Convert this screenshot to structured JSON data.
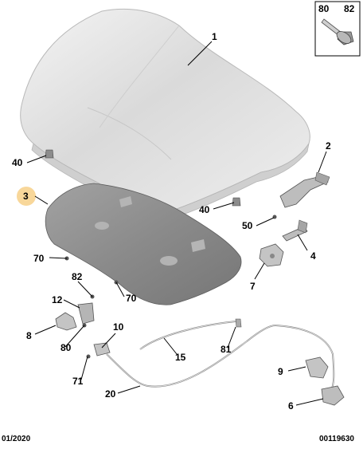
{
  "callouts": [
    {
      "id": "p1",
      "label": "1"
    },
    {
      "id": "p2",
      "label": "2"
    },
    {
      "id": "p3",
      "label": "3"
    },
    {
      "id": "p4",
      "label": "4"
    },
    {
      "id": "p6",
      "label": "6"
    },
    {
      "id": "p7",
      "label": "7"
    },
    {
      "id": "p8",
      "label": "8"
    },
    {
      "id": "p9",
      "label": "9"
    },
    {
      "id": "p10",
      "label": "10"
    },
    {
      "id": "p12",
      "label": "12"
    },
    {
      "id": "p15",
      "label": "15"
    },
    {
      "id": "p20",
      "label": "20"
    },
    {
      "id": "p40a",
      "label": "40"
    },
    {
      "id": "p40b",
      "label": "40"
    },
    {
      "id": "p50",
      "label": "50"
    },
    {
      "id": "p70a",
      "label": "70"
    },
    {
      "id": "p70b",
      "label": "70"
    },
    {
      "id": "p71",
      "label": "71"
    },
    {
      "id": "p80",
      "label": "80"
    },
    {
      "id": "p81",
      "label": "81"
    },
    {
      "id": "p82",
      "label": "82"
    }
  ],
  "inset": {
    "labels": [
      "80",
      "82"
    ]
  },
  "footer": {
    "date": "01/2020",
    "reference": "00119630"
  },
  "colors": {
    "highlight": "#f8d79a",
    "hood_fill": "#e4e4e4",
    "insulation_fill": "#8f8f8f"
  }
}
